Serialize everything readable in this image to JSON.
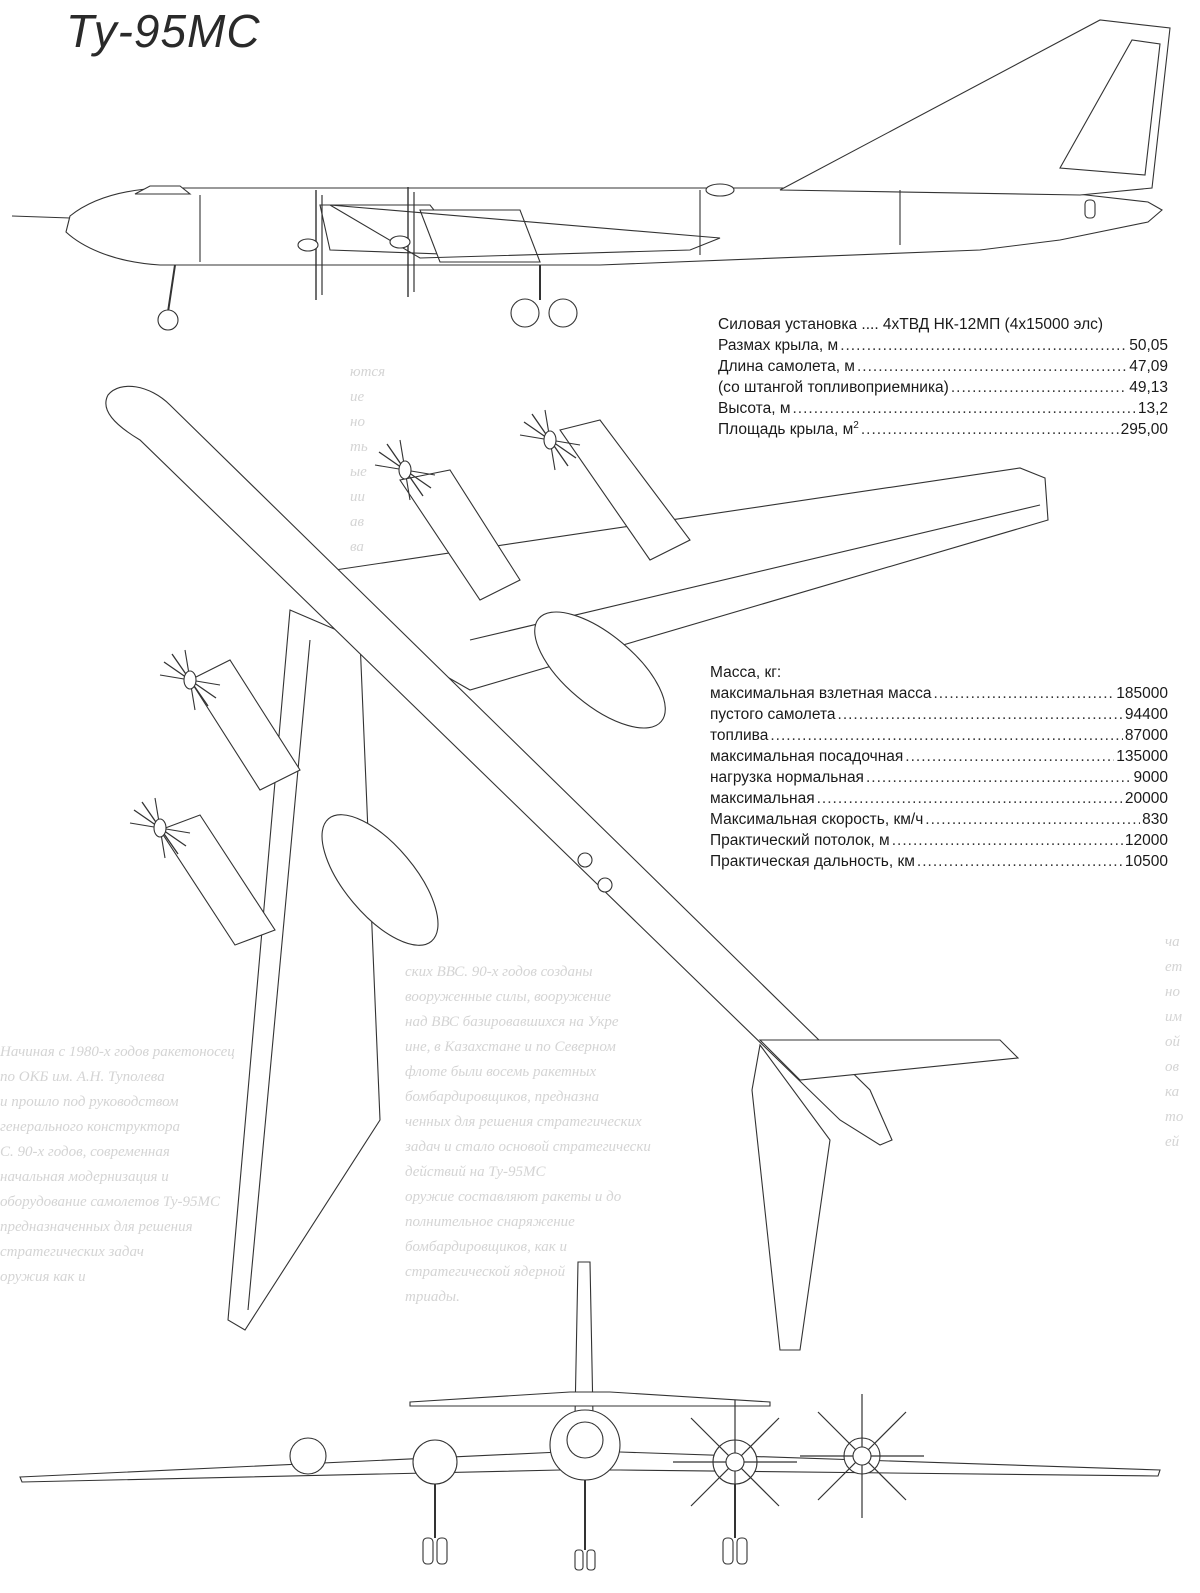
{
  "title": "Ту-95МС",
  "power": {
    "label": "Силовая установка .... 4хТВД НК-12МП (4х15000 элс)"
  },
  "dimensions": [
    {
      "label": "Размах крыла, м",
      "value": "50,05"
    },
    {
      "label": "Длина самолета, м",
      "value": "47,09"
    },
    {
      "label": "(со штангой топливоприемника)",
      "value": "49,13"
    },
    {
      "label": "Высота, м",
      "value": "13,2"
    },
    {
      "label": "Площадь крыла, м",
      "sup": "2",
      "value": "295,00"
    }
  ],
  "mass": {
    "heading": "Масса, кг:",
    "rows": [
      {
        "label": "максимальная взлетная масса",
        "value": "185000"
      },
      {
        "label": "пустого самолета",
        "value": "94400"
      },
      {
        "label": "топлива",
        "value": "87000"
      },
      {
        "label": "максимальная посадочная",
        "value": "135000"
      },
      {
        "label": "нагрузка нормальная",
        "value": "9000"
      },
      {
        "label": "максимальная",
        "value": "20000"
      }
    ]
  },
  "performance": [
    {
      "label": "Максимальная скорость, км/ч",
      "value": "830"
    },
    {
      "label": "Практический потолок, м",
      "value": "12000"
    },
    {
      "label": "Практическая дальность, км",
      "value": "10500"
    }
  ]
}
